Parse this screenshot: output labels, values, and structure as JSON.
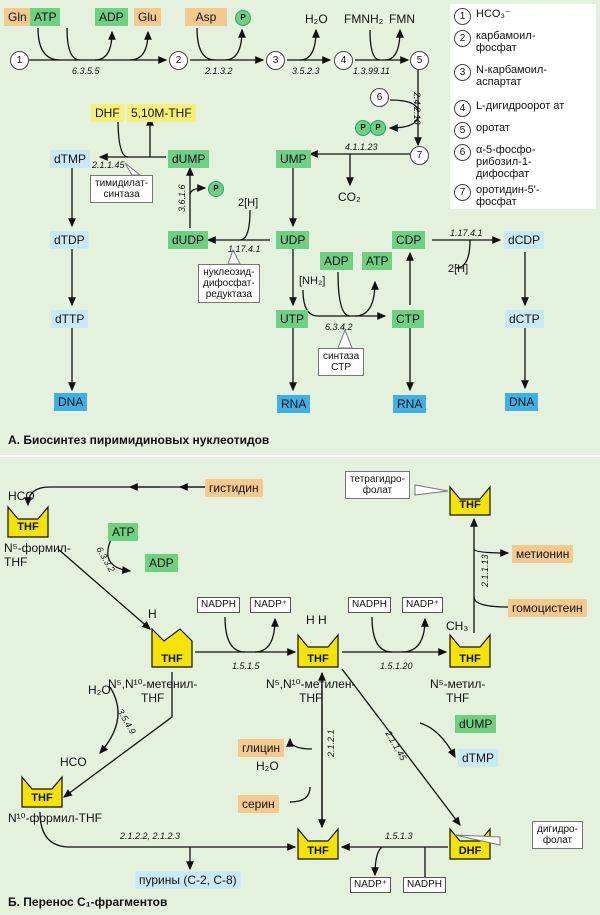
{
  "panelA": {
    "title": "А. Биосинтез пиримидиновых нуклеотидов",
    "top_substrates": [
      "Gln",
      "ATP",
      "ADP",
      "Glu",
      "Asp",
      "P"
    ],
    "h2o": "H₂O",
    "fmnh2": "FMNH₂",
    "fmn": "FMN",
    "steps": [
      "1",
      "2",
      "3",
      "4",
      "5",
      "6",
      "7"
    ],
    "ec": {
      "e6355": "6.3.5.5",
      "e2132": "2.1.3.2",
      "e3523": "3.5.2.3",
      "e139911": "1.3.99.11",
      "e24210": "2.4.2.10",
      "e41123": "4.1.1.23",
      "e21145": "2.1.1.45",
      "e3616": "3.6.1.6",
      "e11741": "1.17.4.1",
      "e11741b": "1.17.4.1",
      "e6342": "6.3.4.2"
    },
    "nodes": {
      "dhf": "DHF",
      "mthf": "5,10M-THF",
      "dtmp": "dTMP",
      "dump": "dUMP",
      "dudp": "dUDP",
      "dtdp": "dTDP",
      "dttp": "dTTP",
      "dna1": "DNA",
      "ump": "UMP",
      "udp": "UDP",
      "utp": "UTP",
      "rna1": "RNA",
      "co2": "CO₂",
      "cdp": "CDP",
      "ctp": "CTP",
      "rna2": "RNA",
      "adp": "ADP",
      "atp": "ATP",
      "nh2": "[NH₂]",
      "dcdp": "dCDP",
      "dctp": "dCTP",
      "dna2": "DNA",
      "h2a": "2[H]",
      "h2b": "2[H]",
      "pp": "P",
      "p2": "P"
    },
    "callouts": {
      "thymidylate": "тимидилат-\nсинтаза",
      "reductase": "нуклеозид-\nдифосфат-\nредуктаза",
      "ctp_synth": "синтаза\nCTP"
    },
    "legend": [
      {
        "n": "1",
        "t": "HCO₃⁻"
      },
      {
        "n": "2",
        "t": "карбамоил-\nфосфат"
      },
      {
        "n": "3",
        "t": "N-карбамоил-\nаспартат"
      },
      {
        "n": "4",
        "t": "L-дигидроорот ат"
      },
      {
        "n": "5",
        "t": "оротат"
      },
      {
        "n": "6",
        "t": "α-5-фосфо-\nрибозил-1-\nдифосфат"
      },
      {
        "n": "7",
        "t": "оротидин-5'-\nфосфат"
      }
    ]
  },
  "panelB": {
    "title": "Б. Перенос C₁-фрагментов",
    "hco1": "HCO",
    "hco2": "HCO",
    "histidine": "гистидин",
    "atp": "ATP",
    "adp": "ADP",
    "n5formyl": "N⁵-формил-\nTHF",
    "methenyl": "N⁵,N¹⁰-метенил-\nTHF",
    "methylene": "N⁵,N¹⁰-метилен-\nTHF",
    "methyl": "N⁵-метил-\nTHF",
    "n10formyl": "N¹⁰-формил-THF",
    "thf_label": "THF",
    "dhf_label": "DHF",
    "nadph1": "NADPH",
    "nadp1": "NADP⁺",
    "nadph2": "NADPH",
    "nadp2": "NADP⁺",
    "nadp3": "NADP⁺",
    "nadph3": "NADPH",
    "methionine": "метионин",
    "homocysteine": "гомоцистеин",
    "glycine": "глицин",
    "serine": "серин",
    "h2o_1": "H₂O",
    "h2o_2": "H₂O",
    "dump": "dUMP",
    "dtmp": "dTMP",
    "purines": "пурины (С-2, С-8)",
    "tetrahydrofolate": "тетрагидро-\nфолат",
    "dihydrofolate": "дигидро-\nфолат",
    "h_label": "H",
    "h2_label": "H H",
    "ch3": "CH₃",
    "ec": {
      "e6332": "6.3.3.2",
      "e1515": "1.5.1.5",
      "e15120": "1.5.1.20",
      "e21113": "2.1.1.13",
      "e3549": "3.5.4.9",
      "e2121": "2.1.2.1",
      "e21145": "2.1.1.45",
      "e1513": "1.5.1.3",
      "e2122": "2.1.2.2, 2.1.2.3"
    }
  },
  "colors": {
    "bg": "#e3f1dd",
    "green": "#6fcf83",
    "orange": "#f3c98f",
    "lightblue": "#c9e9f6",
    "blue": "#3fb0e5",
    "yellow": "#f6ef7a",
    "thf": "#f5e400"
  }
}
